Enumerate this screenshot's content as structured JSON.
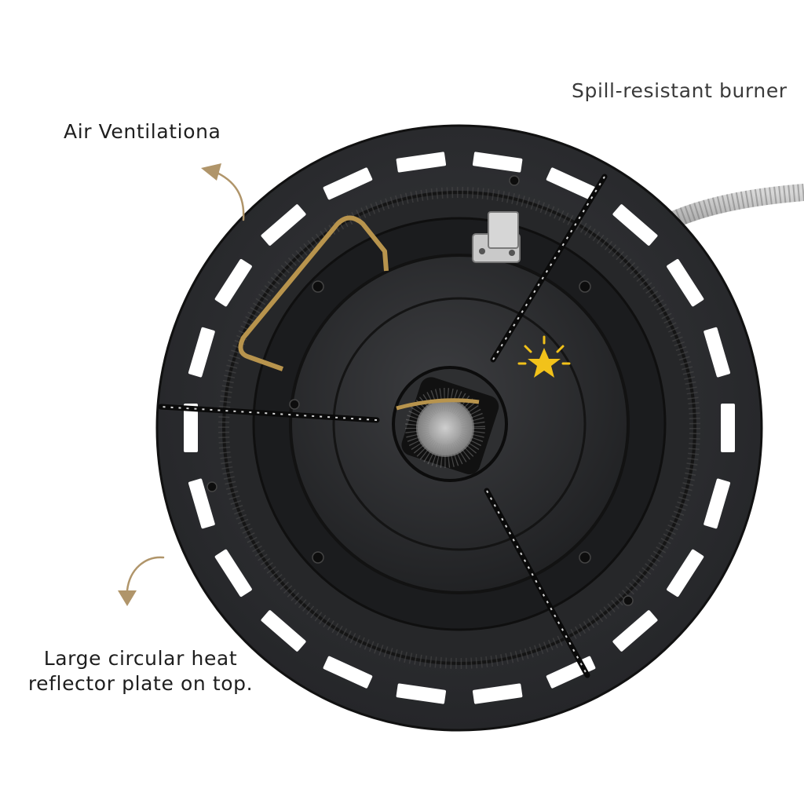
{
  "labels": {
    "air_ventilation": "Air Ventilationa",
    "spill_resistant": "Spill-resistant burner",
    "reflector_line1": "Large circular heat",
    "reflector_line2": "reflector plate on top."
  },
  "colors": {
    "background": "#ffffff",
    "plate": "#2b2c2e",
    "plate_dark": "#1c1d1f",
    "brass_wire": "#b8944d",
    "star": "#f2c21a",
    "arrow": "#b0956a",
    "hose": "#a9a9a9"
  },
  "icons": [
    "curved-arrow-icon",
    "sparkle-star-icon"
  ]
}
